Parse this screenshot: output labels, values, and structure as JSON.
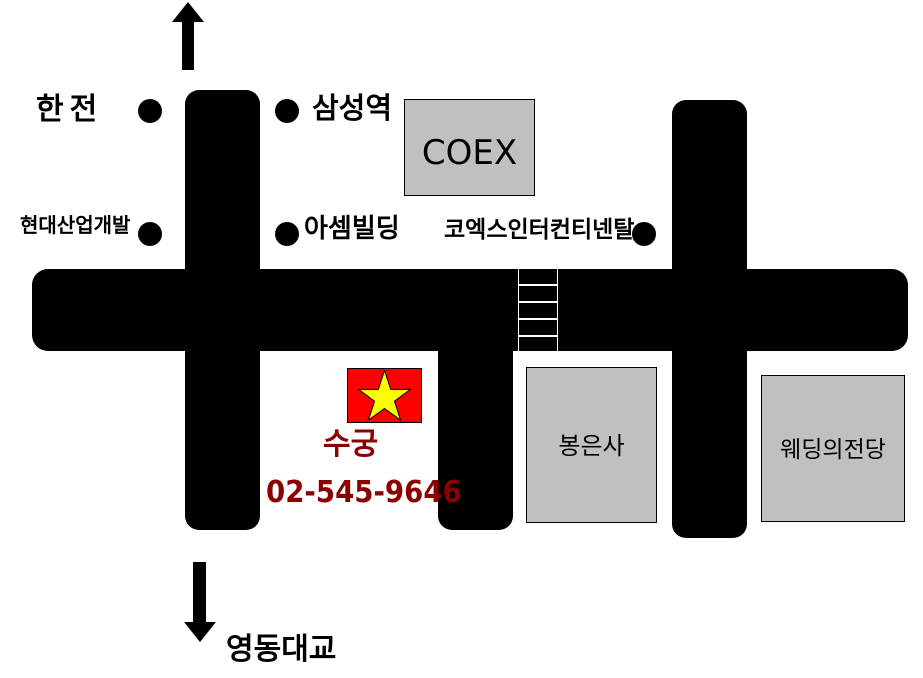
{
  "labels": {
    "hanjeon": "한전",
    "samseong_station": "삼성역",
    "hyundai": "현대산업개발",
    "asem_building": "아셈빌딩",
    "coex_intercontinental": "코엑스인터컨티넨탈",
    "yeongdong_bridge": "영동대교"
  },
  "buildings": {
    "coex": "COEX",
    "bongeunsa": "봉은사",
    "wedding_hall": "웨딩의전당"
  },
  "destination": {
    "name": "수궁",
    "phone": "02-545-9646"
  },
  "icons": {
    "flag": "star-flag-icon",
    "north": "arrow-up-icon",
    "south": "arrow-down-icon"
  },
  "colors": {
    "road": "#000000",
    "building": "#c0c0c0",
    "flag_bg": "#ff0000",
    "star": "#ffff00",
    "destination_text": "#8b0000"
  }
}
